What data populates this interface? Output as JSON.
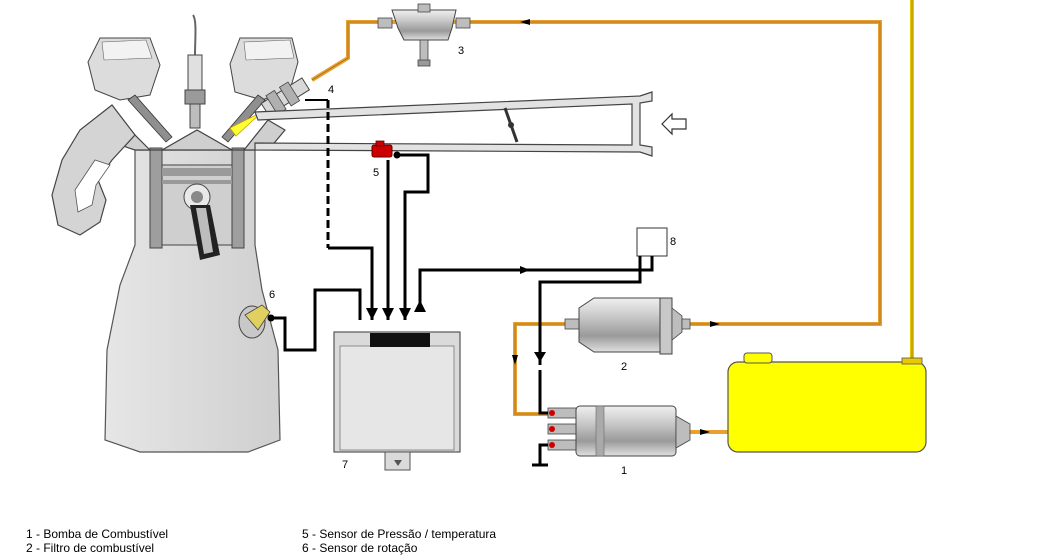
{
  "diagram": {
    "labels": {
      "n1": "1",
      "n2": "2",
      "n3": "3",
      "n4": "4",
      "n5": "5",
      "n6": "6",
      "n7": "7",
      "n8": "8"
    }
  },
  "legend": {
    "left": [
      "1 - Bomba de Combustível",
      "2 - Filtro de combustível"
    ],
    "right": [
      "5 - Sensor de Pressão / temperatura",
      "6 - Sensor de rotação"
    ]
  },
  "colors": {
    "fuel_line": "#e8a030",
    "return_line": "#e8c800",
    "tank": "#ffff00",
    "wire": "#000000",
    "sensor": "#cc0000",
    "component_gray": "#d4d4d4"
  }
}
